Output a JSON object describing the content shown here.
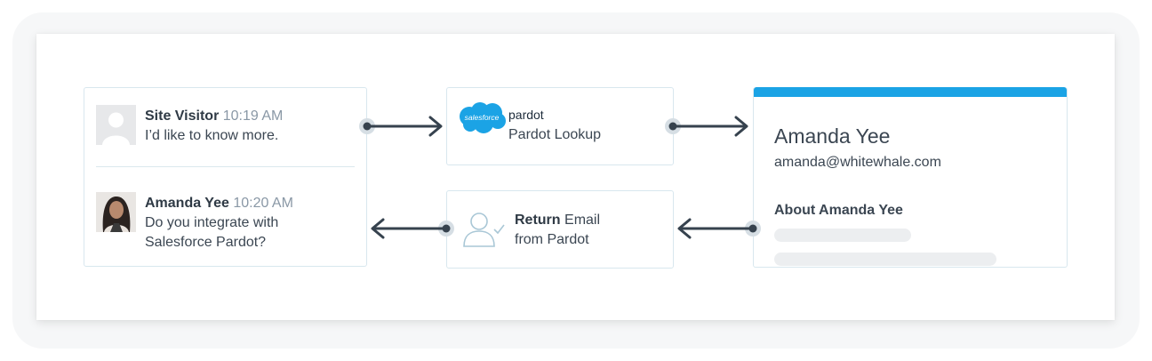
{
  "chat": {
    "visitor": {
      "name": "Site Visitor",
      "time": "10:19 AM",
      "message": "I’d like to know more."
    },
    "agent": {
      "name": "Amanda Yee",
      "time": "10:20 AM",
      "message": "Do you integrate with Salesforce Pardot?"
    }
  },
  "pardot_lookup": {
    "logo_text": "salesforce",
    "brand": "pardot",
    "label": "Pardot Lookup"
  },
  "return_email": {
    "bold": "Return",
    "rest_line1": "Email",
    "line2": "from Pardot"
  },
  "profile": {
    "name": "Amanda Yee",
    "email": "amanda@whitewhale.com",
    "about_label": "About Amanda Yee"
  },
  "colors": {
    "accent": "#1ba3e5",
    "arrow": "#36424e",
    "salesforce": "#1ba3e5"
  },
  "icons": [
    "user-placeholder-icon",
    "salesforce-cloud-icon",
    "user-check-icon",
    "arrow-right-icon",
    "arrow-left-icon"
  ]
}
